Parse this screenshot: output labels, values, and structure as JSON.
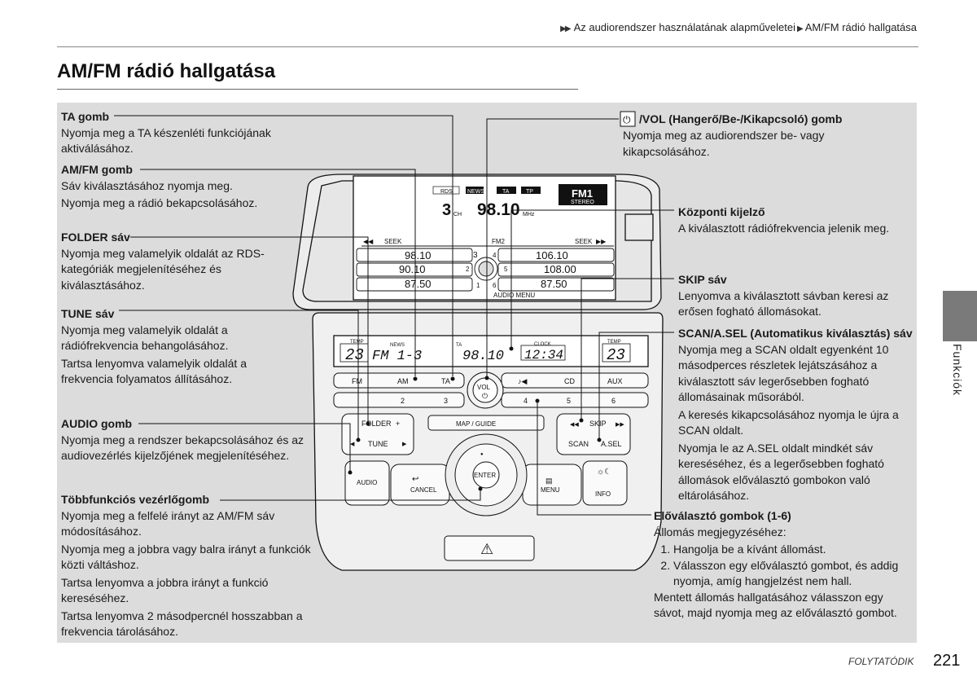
{
  "breadcrumb": {
    "items": [
      "Az audiorendszer használatának alapműveletei",
      "AM/FM rádió hallgatása"
    ]
  },
  "page_title": "AM/FM rádió hallgatása",
  "side_tab": "Funkciók",
  "left_callouts": {
    "ta": {
      "heading": "TA gomb",
      "lines": [
        "Nyomja meg a TA készenléti funkciójának aktiválásához."
      ]
    },
    "amfm": {
      "heading": "AM/FM gomb",
      "lines": [
        "Sáv kiválasztásához nyomja meg.",
        "Nyomja meg a rádió bekapcsolásához."
      ]
    },
    "folder": {
      "heading": "FOLDER sáv",
      "lines": [
        "Nyomja meg valamelyik oldalát az RDS-kategóriák megjelenítéséhez és kiválasztásához."
      ]
    },
    "tune": {
      "heading": "TUNE sáv",
      "lines": [
        "Nyomja meg valamelyik oldalát a rádiófrekvencia behangolásához.",
        "Tartsa lenyomva valamelyik oldalát a frekvencia folyamatos állításához."
      ]
    },
    "audio": {
      "heading": "AUDIO gomb",
      "lines": [
        "Nyomja meg a rendszer bekapcsolásához és az audiovezérlés kijelzőjének megjelenítéséhez."
      ]
    },
    "multi": {
      "heading": "Többfunkciós vezérlőgomb",
      "lines": [
        "Nyomja meg a felfelé irányt az AM/FM sáv módosításához.",
        "Nyomja meg a jobbra vagy balra irányt a funkciók közti váltáshoz.",
        "Tartsa lenyomva a jobbra irányt a funkció kereséséhez.",
        "Tartsa lenyomva 2 másodpercnél hosszabban a frekvencia tárolásához."
      ]
    }
  },
  "right_callouts": {
    "vol": {
      "heading": "/VOL (Hangerő/Be-/Kikapcsoló) gomb",
      "lines": [
        "Nyomja meg az audiorendszer be- vagy kikapcsolásához."
      ]
    },
    "display": {
      "heading": "Központi kijelző",
      "lines": [
        "A kiválasztott rádiófrekvencia jelenik meg."
      ]
    },
    "skip": {
      "heading": "SKIP sáv",
      "lines": [
        "Lenyomva a kiválasztott sávban keresi az erősen fogható állomásokat."
      ]
    },
    "scan": {
      "heading": "SCAN/A.SEL (Automatikus kiválasztás) sáv",
      "lines": [
        "Nyomja meg a SCAN oldalt egyenként 10 másodperces részletek lejátszásához a kiválasztott sáv legerősebben fogható állomásainak műsorából.",
        "A keresés kikapcsolásához nyomja le újra a SCAN oldalt.",
        "Nyomja le az A.SEL oldalt mindkét sáv kereséséhez, és a legerősebben fogható állomások előválasztó gombokon való eltárolásához."
      ]
    },
    "preset": {
      "heading": "Előválasztó gombok (1-6)",
      "intro": "Állomás megjegyzéséhez:",
      "steps": [
        "Hangolja be a kívánt állomást.",
        "Válasszon egy előválasztó gombot, és addig nyomja, amíg hangjelzést nem hall."
      ],
      "outro": "Mentett állomás hallgatásához válasszon egy sávot, majd nyomja meg az előválasztó gombot."
    }
  },
  "radio_unit": {
    "screen": {
      "indicators": [
        "RDS",
        "NEWS",
        "TA",
        "TP"
      ],
      "band": "FM1",
      "stereo": "STEREO",
      "channel": "3",
      "ch_label": "CH",
      "frequency": "98.10",
      "mhz": "MHz",
      "seek_left": "SEEK",
      "seek_right": "SEEK",
      "band_small": "FM2",
      "presets_left": [
        "98.10",
        "90.10",
        "87.50"
      ],
      "presets_right": [
        "106.10",
        "108.00",
        "87.50"
      ],
      "preset_nums": [
        "3",
        "4",
        "2",
        "5",
        "1",
        "6"
      ],
      "audio_menu": "AUDIO MENU"
    },
    "lcd": {
      "temp_left_label": "TEMP",
      "temp_left": "23",
      "news_label": "NEWS",
      "fm_text": "FM 1-3",
      "ta_label": "TA",
      "freq": "98.10",
      "clock_label": "CLOCK",
      "clock": "12:34",
      "temp_right_label": "TEMP",
      "temp_right": "23"
    },
    "buttons": {
      "fm": "FM",
      "am": "AM",
      "ta": "TA",
      "vol": "VOL",
      "cd": "CD",
      "aux": "AUX",
      "presets": [
        "2",
        "3",
        "4",
        "5",
        "6"
      ],
      "folder": "FOLDER",
      "tune": "TUNE",
      "audio": "AUDIO",
      "map_guide": "MAP / GUIDE",
      "enter": "ENTER",
      "cancel": "CANCEL",
      "menu": "MENU",
      "skip": "SKIP",
      "scan": "SCAN",
      "asel": "A.SEL",
      "info": "INFO"
    }
  },
  "footer": {
    "continued": "FOLYTATÓDIK",
    "page_number": "221"
  }
}
